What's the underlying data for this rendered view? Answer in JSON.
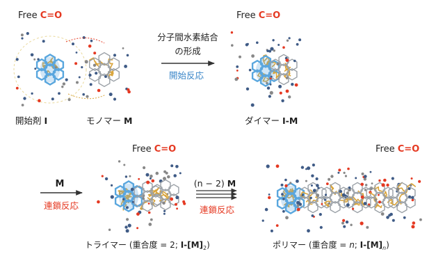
{
  "scheme": {
    "free_prefix": "Free ",
    "carbonyl": "C=O",
    "arrow1": {
      "line1": "分子間水素結合",
      "line2": "の形成",
      "label": "開始反応"
    },
    "arrow2": {
      "reagent": "M",
      "label": "連鎖反応"
    },
    "arrow3": {
      "reagent_prefix": "(n − 2) ",
      "reagent_bold": "M",
      "label": "連鎖反応"
    },
    "initiator": {
      "text": "開始剤 ",
      "symbol": "I"
    },
    "monomer": {
      "text": "モノマー ",
      "symbol": "M"
    },
    "dimer": {
      "text": "ダイマー ",
      "symbol": "I-M"
    },
    "trimer": {
      "text": "トライマー (重合度 = 2; ",
      "symbol": "I-[M]",
      "sub": "2",
      "close": ")"
    },
    "polymer": {
      "text": "ポリマー (重合度 = ",
      "n": "n",
      "sep": "; ",
      "symbol": "I-[M]",
      "sub": "n",
      "close": ")"
    }
  },
  "colors": {
    "red": "#e53922",
    "blue": "#3a86c8",
    "gold": "#d9a43a",
    "navy": "#3f5b86",
    "ring_gray": "#9aa0a6",
    "core_blue": "#5aa7de"
  }
}
